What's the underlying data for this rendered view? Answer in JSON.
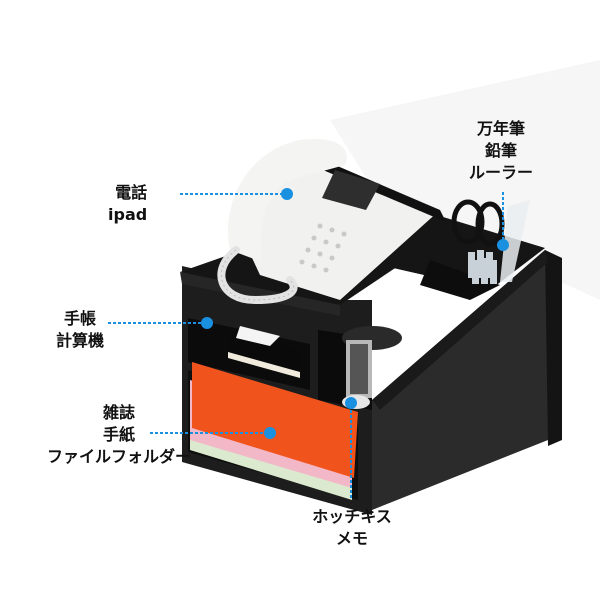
{
  "image": {
    "subject": "black desk organizer with phone, stationery and papers",
    "background_color": "#ffffff",
    "accent_color": "#1a90e0"
  },
  "callouts": [
    {
      "id": "phone",
      "lines": [
        "電話",
        "ipad"
      ]
    },
    {
      "id": "pens",
      "lines": [
        "万年筆",
        "鉛筆",
        "ルーラー"
      ]
    },
    {
      "id": "notebook",
      "lines": [
        "手帳",
        "計算機"
      ]
    },
    {
      "id": "papers",
      "lines": [
        "雑誌",
        "手紙",
        "ファイルフォルダー"
      ]
    },
    {
      "id": "stapler",
      "lines": [
        "ホッチキス",
        "メモ"
      ]
    }
  ],
  "colors": {
    "organizer": "#1e1e1e",
    "organizer_side": "#2a2a2a",
    "phone": "#f2f2f0",
    "paper_orange": "#f0531c",
    "paper_pink": "#f2b8c8",
    "paper_green": "#dbe9cf",
    "connector": "#1a90e0"
  }
}
